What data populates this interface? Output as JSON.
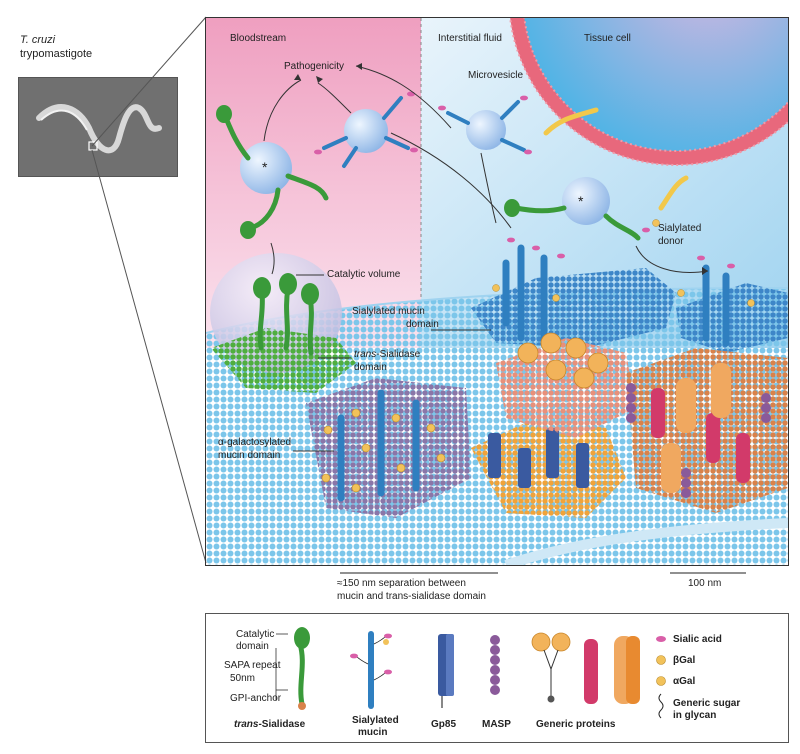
{
  "thumbnail": {
    "species": "T. cruzi",
    "stage": "trypomastigote"
  },
  "regions": {
    "bloodstream": "Bloodstream",
    "interstitial": "Interstitial fluid",
    "tissue_cell": "Tissue cell"
  },
  "labels": {
    "pathogenicity": "Pathogenicity",
    "microvesicle": "Microvesicle",
    "catalytic_volume": "Catalytic volume",
    "sialylated_donor_1": "Sialylated",
    "sialylated_donor_2": "donor",
    "sialylated_mucin_domain_1": "Sialylated mucin",
    "sialylated_mucin_domain_2": "domain",
    "ts_domain_italic": "trans",
    "ts_domain_rest": "-Sialidase",
    "ts_domain_2": "domain",
    "agal_domain_1": "α-galactosylated",
    "agal_domain_2": "mucin domain",
    "asterisk": "*"
  },
  "scale": {
    "separation_1": "≈150 nm separation between",
    "separation_2": "mucin and trans-sialidase domain",
    "bar_100nm": "100 nm"
  },
  "legend": {
    "catalytic_domain_1": "Catalytic",
    "catalytic_domain_2": "domain",
    "sapa_repeat": "SAPA repeat",
    "sapa_length": "50nm",
    "gpi_anchor": "GPI-anchor",
    "ts_name_italic": "trans",
    "ts_name_rest": "-Sialidase",
    "sialylated_mucin_1": "Sialylated",
    "sialylated_mucin_2": "mucin",
    "gp85": "Gp85",
    "masp": "MASP",
    "generic_proteins": "Generic proteins",
    "sialic_acid": "Sialic acid",
    "beta_gal": "βGal",
    "alpha_gal": "αGal",
    "generic_sugar_1": "Generic sugar",
    "generic_sugar_2": "in glycan",
    "alpha_symbol": "α"
  },
  "colors": {
    "bloodstream": "#f2b8cf",
    "interstitial": "#bfe0f2",
    "tissue_cell": "#3fb4e6",
    "membrane": "#e86a7c",
    "mucin": "#2f7fc0",
    "ts_green": "#3a9a3a",
    "sialic_acid": "#d95fa8",
    "beta_gal": "#f2c25a",
    "masp": "#8a5a9a",
    "gp85": "#3a5aa0",
    "generic_orange": "#e88a30",
    "generic_red": "#d23a6a"
  }
}
